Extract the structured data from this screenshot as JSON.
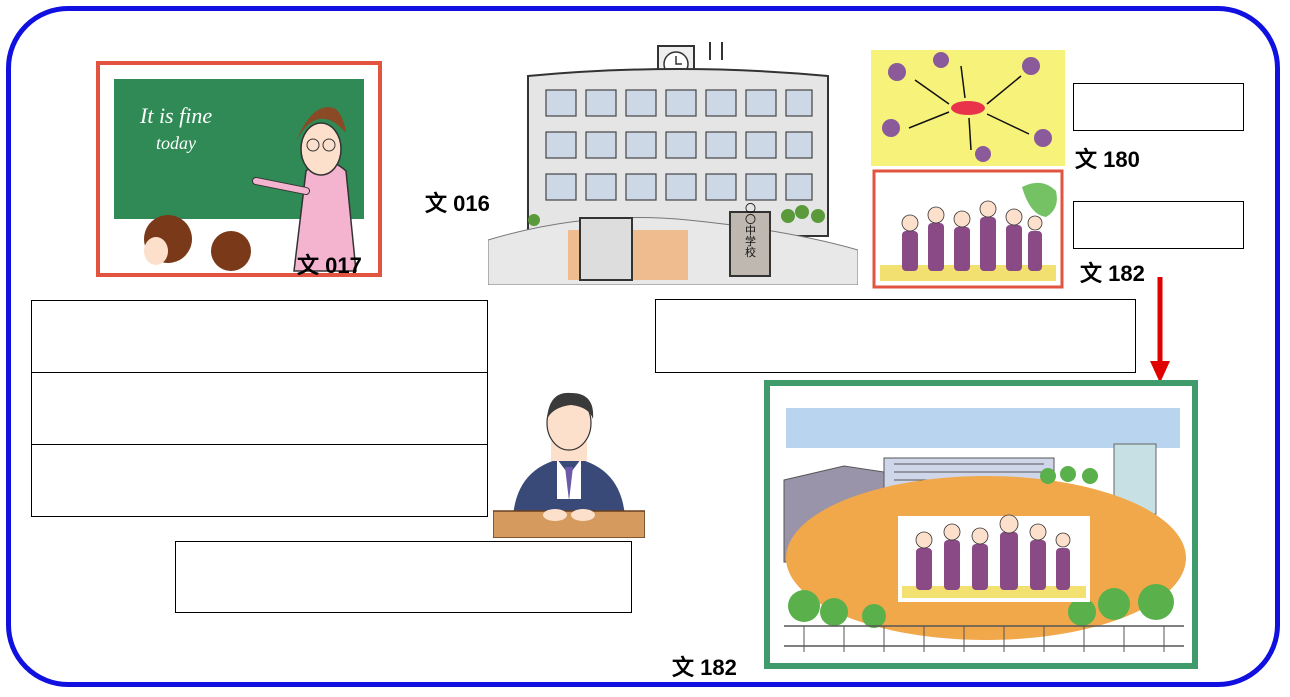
{
  "labels": {
    "teacher": "文 017",
    "school": "文 016",
    "gathering": "文 180",
    "students": "文 182",
    "schoolyard": "文 182"
  },
  "blackboard_text": [
    "It is fine",
    "today"
  ],
  "school_sign": "〇〇中学校",
  "colors": {
    "frame": "#1010e0",
    "teacher_border": "#e2543f",
    "students_border": "#e2543f",
    "schoolyard_border": "#3f9b6b",
    "arrow": "#e00000",
    "blackboard": "#2f8a55"
  }
}
